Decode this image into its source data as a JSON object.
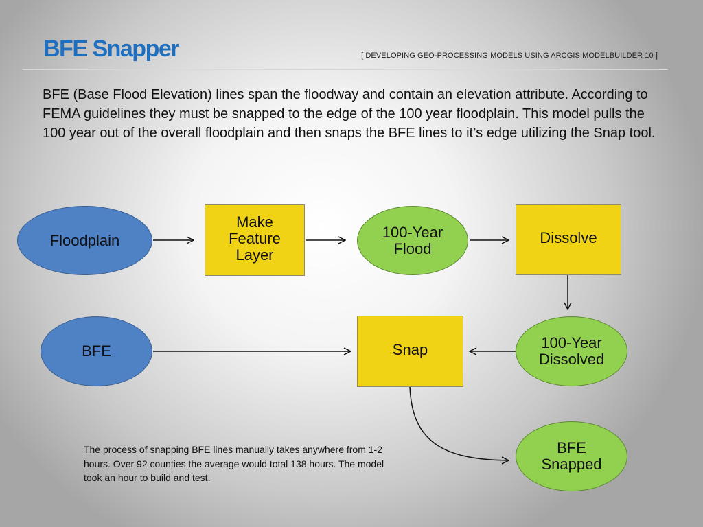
{
  "header": {
    "title": "BFE Snapper",
    "subtitle": "[ DEVELOPING GEO-PROCESSING MODELS USING ARCGIS MODELBUILDER 10 ]"
  },
  "body_text": "BFE (Base Flood Elevation) lines span the floodway and contain an elevation attribute. According to FEMA guidelines they must be snapped to the edge of the 100 year floodplain. This model pulls the 100 year out of the overall floodplain and then snaps the BFE lines to it’s edge utilizing the Snap tool.",
  "diagram": {
    "nodes": {
      "floodplain": "Floodplain",
      "make_feature_layer": "Make Feature Layer",
      "year100_flood": "100-Year Flood",
      "dissolve": "Dissolve",
      "bfe": "BFE",
      "snap": "Snap",
      "year100_dissolved": "100-Year Dissolved",
      "bfe_snapped": "BFE Snapped"
    },
    "colors": {
      "input_data": "#4f81c5",
      "tool": "#f0d314",
      "output_data": "#92d050"
    }
  },
  "note": "The process of snapping BFE lines manually takes anywhere from 1-2 hours. Over 92 counties the average would total 138 hours. The model took an hour to build and test."
}
